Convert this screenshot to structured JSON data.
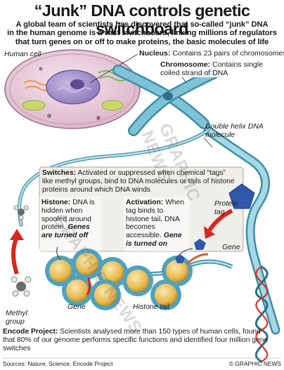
{
  "title": "“Junk” DNA controls genetic switchboard",
  "intro": [
    "A global team of scientists has discovered that so-called “junk” DNA",
    "in the human genome is a vast switchboard, linking millions of regulators",
    "that turn genes on or off to make proteins, the basic molecules of life"
  ],
  "labels": {
    "human_cell": "Human cell",
    "nucleus_title": "Nucleus:",
    "nucleus_text": "Contains 23 pairs of chromosomes",
    "chromosome_title": "Chromosome:",
    "chromosome_text": "Contains single coiled strand of DNA",
    "helix": "Double helix DNA molecule",
    "protein_tag": "Protein tag",
    "gene_right": "Gene",
    "methyl_group": "Methyl group",
    "gene_bottom": "Gene",
    "histone_tail": "Histone tail"
  },
  "switches": {
    "title": "Switches:",
    "text": "Activated or suppressed when chemical “tags” like methyl groups, bind to DNA molecules or tails of histone proteins around which DNA winds"
  },
  "histone": {
    "title": "Histone:",
    "text": "DNA is hidden when spooled around protein.",
    "emphasis": "Genes are turned off"
  },
  "activation": {
    "title": "Activation:",
    "text": "When tag binds to histone tail, DNA becomes accessible.",
    "emphasis": "Gene is turned on"
  },
  "encode": {
    "title": "Encode Project:",
    "text": "Scientists analysed more than 150 types of human cells, found that 80% of our genome performs specific functions and identified four million gene switches"
  },
  "footer": {
    "sources": "Sources: Nature, Science, Encode Project",
    "credit": "© GRAPHIC NEWS"
  },
  "watermark": "GRAPHIC NEWS",
  "colors": {
    "dna_blue": "#7fc3d6",
    "dna_dark": "#3d8ea8",
    "nucleosome": "#e7b84a",
    "arrow_red": "#d9261c",
    "tag_blue": "#2f58a8",
    "panel_bg": "#efeee8",
    "cell_pink": "#e8c9d8"
  }
}
